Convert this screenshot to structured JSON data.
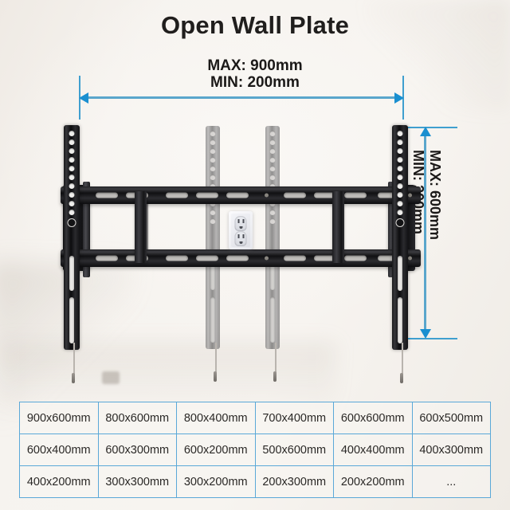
{
  "title": "Open Wall Plate",
  "dimensions": {
    "horizontal": {
      "max": "MAX: 900mm",
      "min": "MIN: 200mm"
    },
    "vertical": {
      "max": "MAX: 600mm",
      "min": "MIN: 200mm"
    }
  },
  "product": {
    "name": "tilting-tv-wall-mount",
    "outlet_label": "wall-power-outlet"
  },
  "colors": {
    "accent_blue": "#1a8fd0",
    "table_border": "#5aa8d8",
    "background": "#f4f1ed",
    "bracket_black": "#131315"
  },
  "vesa_table": {
    "rows": [
      [
        "900x600mm",
        "800x600mm",
        "800x400mm",
        "700x400mm",
        "600x600mm",
        "600x500mm"
      ],
      [
        "600x400mm",
        "600x300mm",
        "600x200mm",
        "500x600mm",
        "400x400mm",
        "400x300mm"
      ],
      [
        "400x200mm",
        "300x300mm",
        "300x200mm",
        "200x300mm",
        "200x200mm",
        "..."
      ]
    ]
  }
}
